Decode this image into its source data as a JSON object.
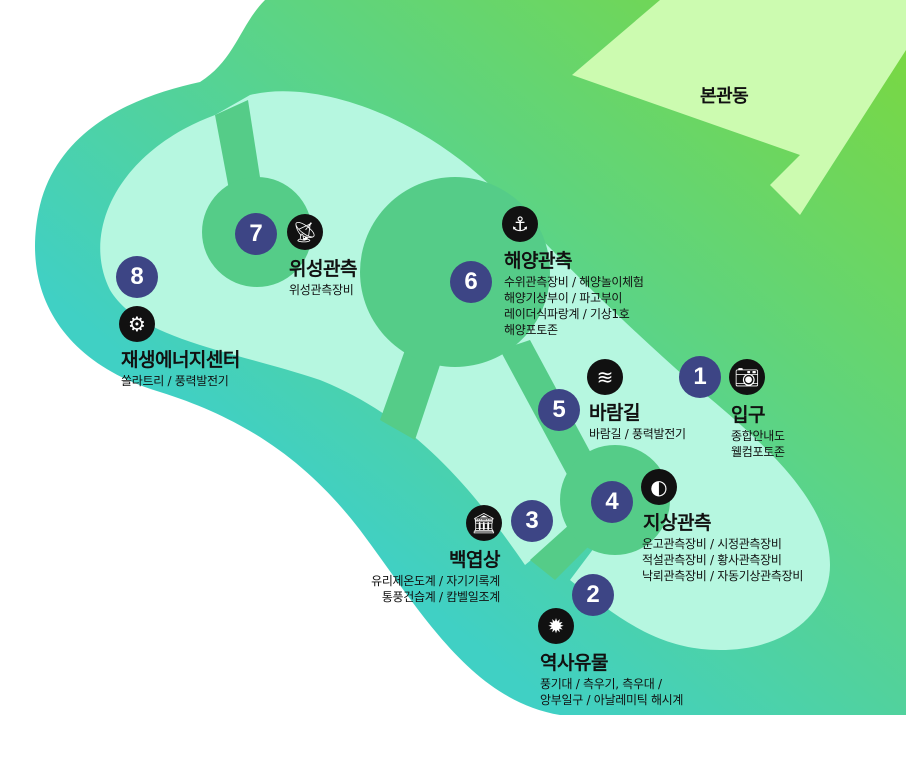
{
  "building": {
    "label": "본관동"
  },
  "colors": {
    "badge": "#3d4585",
    "mint": "#b6f7e0",
    "green": "#55cc88",
    "building": "#ccfbb0"
  },
  "stations": [
    {
      "number": "1",
      "icon": "camera-icon",
      "title": "입구",
      "items": [
        "종합안내도",
        "웰컴포토존"
      ]
    },
    {
      "number": "2",
      "icon": "sun-icon",
      "title": "역사유물",
      "items": [
        "풍기대 / 측우기, 측우대 /",
        "앙부일구 / 아날레미틱 해시계"
      ]
    },
    {
      "number": "3",
      "icon": "museum-icon",
      "title": "백엽상",
      "items": [
        "유리제온도계 / 자기기록계",
        "통풍건습계 / 캄벨일조계"
      ]
    },
    {
      "number": "4",
      "icon": "half-circle-icon",
      "title": "지상관측",
      "items": [
        "운고관측장비 / 시정관측장비",
        "적설관측장비 / 황사관측장비",
        "낙뢰관측장비 / 자동기상관측장비"
      ]
    },
    {
      "number": "5",
      "icon": "wind-icon",
      "title": "바람길",
      "items": [
        "바람길 / 풍력발전기"
      ]
    },
    {
      "number": "6",
      "icon": "anchor-icon",
      "title": "해양관측",
      "items": [
        "수위관측장비 / 해양놀이체험",
        "해양기상부이 / 파고부이",
        "레이더식파랑계 / 기상1호",
        "해양포토존"
      ]
    },
    {
      "number": "7",
      "icon": "satellite-dish-icon",
      "title": "위성관측",
      "items": [
        "위성관측장비"
      ]
    },
    {
      "number": "8",
      "icon": "gear-icon",
      "title": "재생에너지센터",
      "items": [
        "쏠라트리 / 풍력발전기"
      ]
    }
  ]
}
